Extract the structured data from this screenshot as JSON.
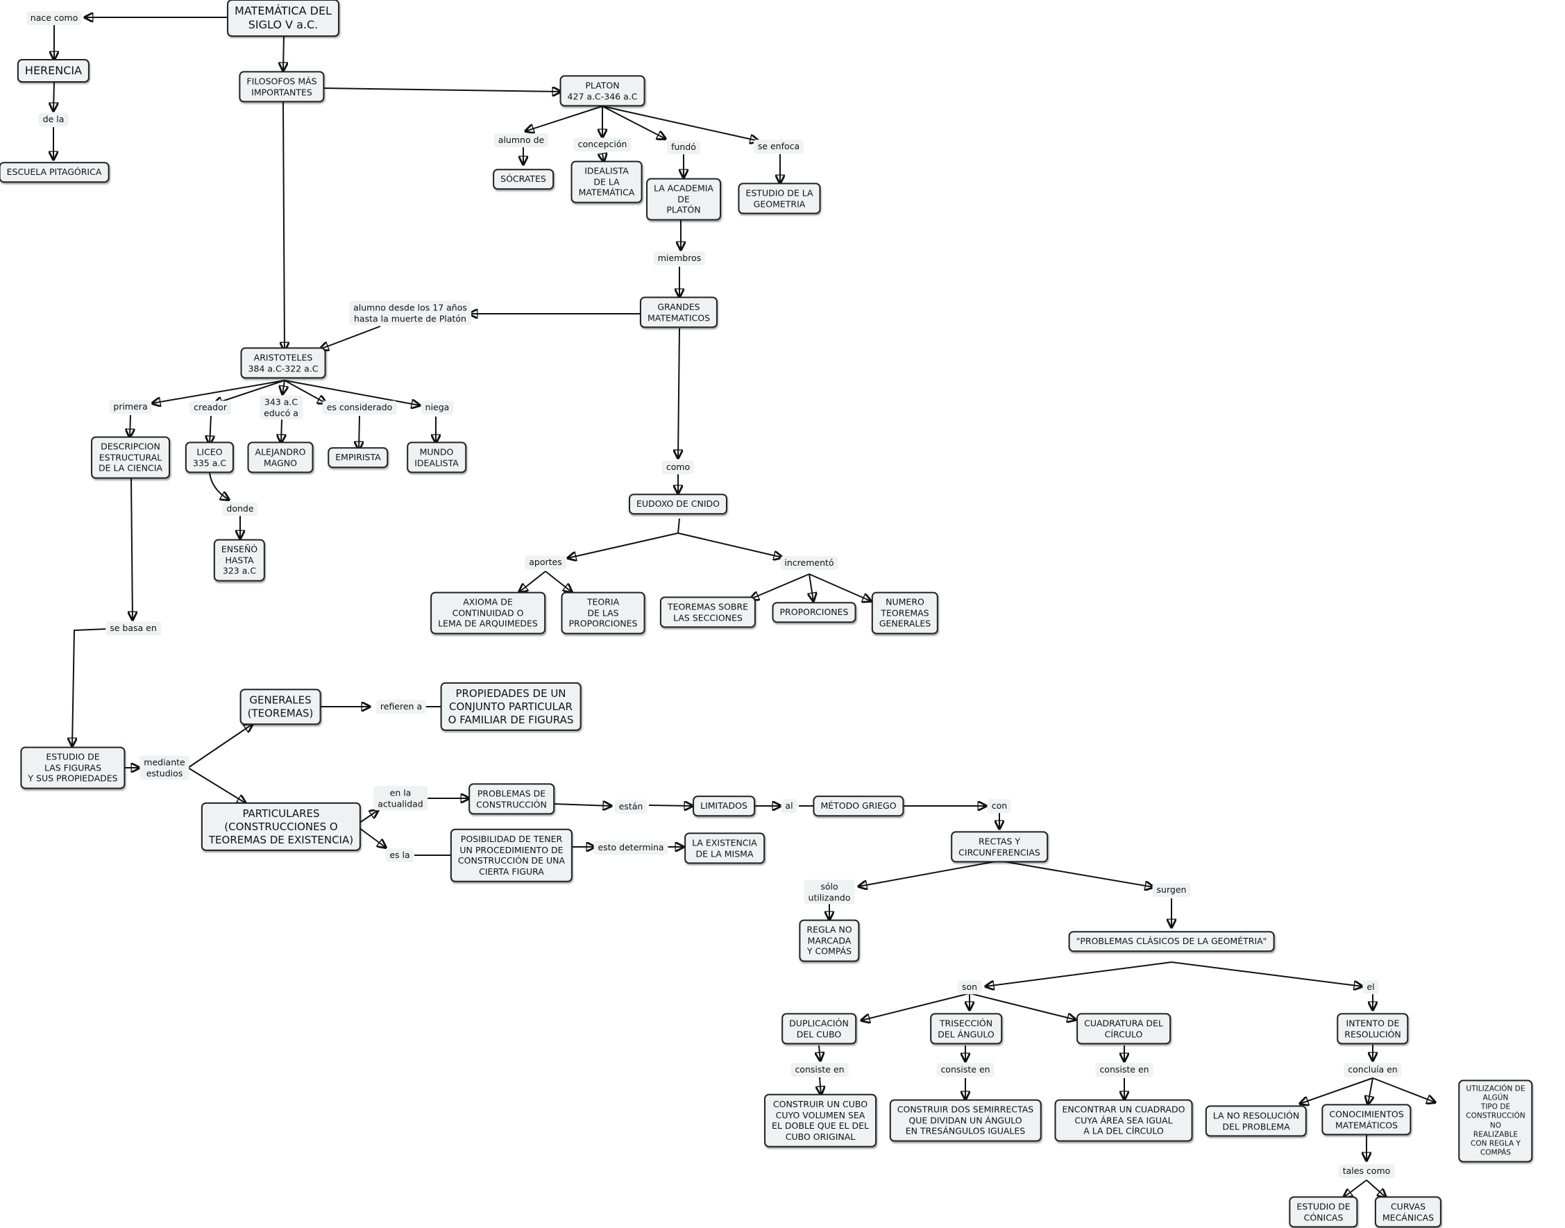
{
  "concepts": {
    "root": "MATEMÁTICA DEL\nSIGLO V a.C.",
    "herencia": "HERENCIA",
    "escuela": "ESCUELA PITAGÓRICA",
    "filosofos": "FILOSOFOS MÁS\nIMPORTANTES",
    "platon": "PLATON\n427 a.C-346 a.C",
    "socrates": "SÓCRATES",
    "idealista": "IDEALISTA\nDE LA\nMATEMÁTICA",
    "academia": "LA ACADEMIA\nDE\nPLATÓN",
    "estudio_geo": "ESTUDIO DE LA\nGEOMETRIA",
    "grandes": "GRANDES\nMATEMATICOS",
    "aristoteles": "ARISTOTELES\n384 a.C-322 a.C",
    "descripcion": "DESCRIPCION\nESTRUCTURAL\nDE LA CIENCIA",
    "liceo": "LICEO\n335 a.C",
    "alejandro": "ALEJANDRO\nMAGNO",
    "empirista": "EMPIRISTA",
    "mundo": "MUNDO\nIDEALISTA",
    "enseno": "ENSEÑÓ\nHASTA\n323 a.C",
    "eudoxo": "EUDOXO DE CNIDO",
    "axioma": "AXIOMA DE\nCONTINUIDAD O\nLEMA DE ARQUIMEDES",
    "teoria": "TEORIA\nDE LAS\nPROPORCIONES",
    "teoremas_secc": "TEOREMAS SOBRE\nLAS SECCIONES",
    "proporciones": "PROPORCIONES",
    "numero": "NUMERO\nTEOREMAS\nGENERALES",
    "generales": "GENERALES\n(TEOREMAS)",
    "propiedades": "PROPIEDADES DE UN\nCONJUNTO PARTICULAR\nO FAMILIAR DE FIGURAS",
    "estudio_fig": "ESTUDIO DE\nLAS FIGURAS\nY SUS PROPIEDADES",
    "particulares": "PARTICULARES\n(CONSTRUCCIONES O\nTEOREMAS DE EXISTENCIA)",
    "problemas_const": "PROBLEMAS DE\nCONSTRUCCIÓN",
    "limitados": "LIMITADOS",
    "metodo": "MÉTODO GRIEGO",
    "posibilidad": "POSIBILIDAD DE TENER\nUN PROCEDIMIENTO DE\nCONSTRUCCIÓN DE UNA\nCIERTA FIGURA",
    "existencia": "LA EXISTENCIA\nDE LA MISMA",
    "rectas": "RECTAS Y\nCIRCUNFERENCIAS",
    "regla": "REGLA NO\nMARCADA\nY COMPÁS",
    "problemas_clasicos": "\"PROBLEMAS CLÁSICOS DE LA GEOMÉTRIA\"",
    "duplicacion": "DUPLICACIÓN\nDEL CUBO",
    "triseccion": "TRISECCIÓN\nDEL ÁNGULO",
    "cuadratura": "CUADRATURA DEL\nCÍRCULO",
    "intento": "INTENTO DE\nRESOLUCIÓN",
    "construir_cubo": "CONSTRUIR UN CUBO\nCUYO VOLUMEN SEA\nEL DOBLE QUE EL DEL\nCUBO ORIGINAL",
    "construir_semi": "CONSTRUIR DOS SEMIRRECTAS\nQUE DIVIDAN UN ÁNGULO\nEN TRESÁNGULOS IGUALES",
    "encontrar": "ENCONTRAR UN CUADRADO\nCUYA ÁREA SEA IGUAL\nA LA DEL CÍRCULO",
    "no_resolucion": "LA NO RESOLUCIÓN\nDEL PROBLEMA",
    "conocimientos": "CONOCIMIENTOS\nMATEMÁTICOS",
    "utilizacion": "UTILIZACIÓN DE ALGÚN\nTIPO DE CONSTRUCCIÓN NO\nREALIZABLE CON REGLA Y COMPÁS",
    "conicas": "ESTUDIO DE\nCÓNICAS",
    "curvas": "CURVAS\nMECÁNICAS"
  },
  "linking_phrases": {
    "nace_como": "nace como",
    "de_la": "de la",
    "alumno_de": "alumno de",
    "concepcion": "concepción",
    "fundo": "fundó",
    "se_enfoca": "se enfoca",
    "miembros": "miembros",
    "alumno_desde": "alumno desde los 17 años\nhasta la muerte de Platón",
    "primera": "primera",
    "creador": "creador",
    "educo": "343 a.C\neducó a",
    "es_considerado": "es considerado",
    "niega": "niega",
    "donde": "donde",
    "como": "como",
    "aportes": "aportes",
    "incremento": "incrementó",
    "se_basa": "se basa en",
    "refieren": "refieren a",
    "mediante": "mediante\nestudios",
    "actualidad": "en la\nactualidad",
    "es_la": "es la",
    "estan": "están",
    "al": "al",
    "con": "con",
    "esto_determina": "esto determina",
    "solo": "sólo\nutilizando",
    "surgen": "surgen",
    "son": "son",
    "el": "el",
    "consiste1": "consiste en",
    "consiste2": "consiste en",
    "consiste3": "consiste en",
    "concluia": "concluía en",
    "tales_como": "tales como"
  }
}
